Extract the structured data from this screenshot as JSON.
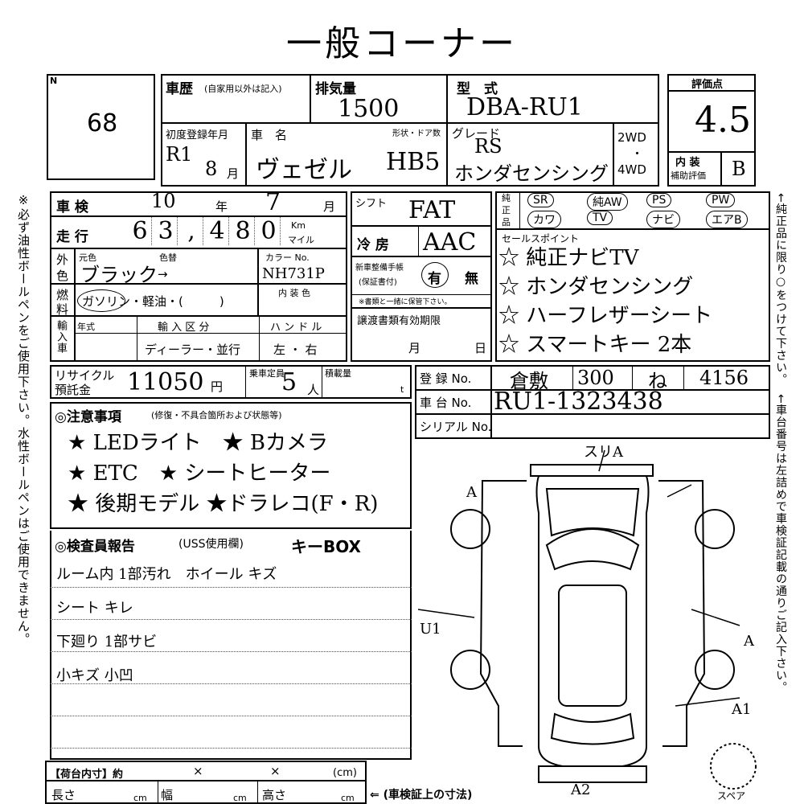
{
  "title": "一般コーナー",
  "lot": {
    "corner": "N",
    "number": "68"
  },
  "header": {
    "history_label": "車歴",
    "history_note": "(自家用以外は記入)",
    "displacement_label": "排気量",
    "displacement": "1500",
    "model_label": "型　式",
    "model": "DBA-RU1",
    "score_label": "評価点",
    "score": "4.5",
    "first_reg_label": "初度登録年月",
    "first_reg_year": "R1",
    "first_reg_month": "8",
    "month_unit": "月",
    "car_name_label": "車　名",
    "car_name": "ヴェゼル",
    "body_label": "形状・ドア数",
    "body": "HB5",
    "grade_label": "グレード",
    "grade_line1": "RS",
    "grade_line2": "ホンダセンシング",
    "drive_2wd": "2WD",
    "drive_sep": "・",
    "drive_4wd": "4WD",
    "interior_label": "内 装",
    "interior_sub": "補助評価",
    "interior_score": "B"
  },
  "inspection": {
    "label": "車 検",
    "year": "10",
    "year_unit": "年",
    "month": "7",
    "month_unit": "月",
    "mileage_label": "走 行",
    "mileage": [
      "6",
      "3",
      ",",
      "4",
      "8",
      "0"
    ],
    "km": "Km",
    "mile": "マイル"
  },
  "color": {
    "label1": "外",
    "label2": "色",
    "orig_label": "元色",
    "repaint_label": "色替",
    "value": "ブラック",
    "arrow": "→",
    "code_label": "カラー No.",
    "code": "NH731P",
    "interior_color_label": "内 装 色"
  },
  "fuel": {
    "label1": "燃",
    "label2": "料",
    "options": "ガソリン・軽油・(　　　)"
  },
  "import": {
    "label": "輸入車",
    "year_label": "年式",
    "type_label": "輸 入 区 分",
    "type_options": "ディーラー・並行",
    "handle_label": "ハ ン ド ル",
    "handle_options": "左 ・ 右"
  },
  "shift": {
    "label": "シフト",
    "value": "FAT"
  },
  "ac": {
    "label": "冷 房",
    "value": "AAC"
  },
  "manual": {
    "label1": "新車整備手帳",
    "label2": "(保証書付)",
    "yes": "有",
    "no": "無",
    "note": "※書類と一緒に保管下さい。"
  },
  "transfer": {
    "label": "譲渡書類有効期限",
    "month": "月",
    "day": "日"
  },
  "genuine": {
    "label1": "純",
    "label2": "正",
    "label3": "品",
    "items_row1": [
      "SR",
      "純AW",
      "PS",
      "PW"
    ],
    "items_row2": [
      "カワ",
      "TV",
      "ナビ",
      "エアB"
    ]
  },
  "selling": {
    "label": "セールスポイント",
    "points": [
      "☆ 純正ナビTV",
      "☆ ホンダセンシング",
      "☆ ハーフレザーシート",
      "☆ スマートキー 2本"
    ]
  },
  "recycle": {
    "label1": "リサイクル",
    "label2": "預託金",
    "amount": "11050",
    "yen": "円",
    "capacity_label": "乗車定員",
    "capacity": "5",
    "person": "人",
    "load_label": "積載量",
    "ton": "t"
  },
  "registration": {
    "reg_label": "登 録 No.",
    "reg_area": "倉敷",
    "reg_class": "300",
    "reg_kana": "ね",
    "reg_number": "4156",
    "chassis_label": "車 台 No.",
    "chassis": "RU1-1323438",
    "serial_label": "シリアル No."
  },
  "notes": {
    "label": "◎注意事項",
    "sub": "(修復・不具合箇所および状態等)",
    "lines": [
      "★ LEDライト　★ Bカメラ",
      "★ ETC　★ シートヒーター",
      "★ 後期モデル ★ドラレコ(F・R)"
    ]
  },
  "inspector": {
    "label": "◎検査員報告",
    "sub": "(USS使用欄)",
    "keybox": "キーBOX",
    "lines": [
      "ルーム内 1部汚れ　ホイール キズ",
      "シート キレ",
      "下廻り 1部サビ",
      "小キズ 小凹"
    ]
  },
  "cargo": {
    "label": "【荷台内寸】約",
    "x": "×",
    "cm": "(cm)",
    "length": "長さ",
    "width": "幅",
    "height": "高さ",
    "unit": "cm",
    "note": "⇐ (車検証上の寸法)"
  },
  "diagram": {
    "marks": [
      "スリA",
      "A",
      "U1",
      "A1",
      "A2",
      "A"
    ],
    "spare": "スペア"
  },
  "side_left": "※必ず油性ボールペンをご使用下さい。水性ボールペンはご使用できません。",
  "side_right_top": "←純正品に限り○をつけて下さい。",
  "side_right_bottom": "←車台番号は左詰めで車検証記載の通りご記入下さい。"
}
